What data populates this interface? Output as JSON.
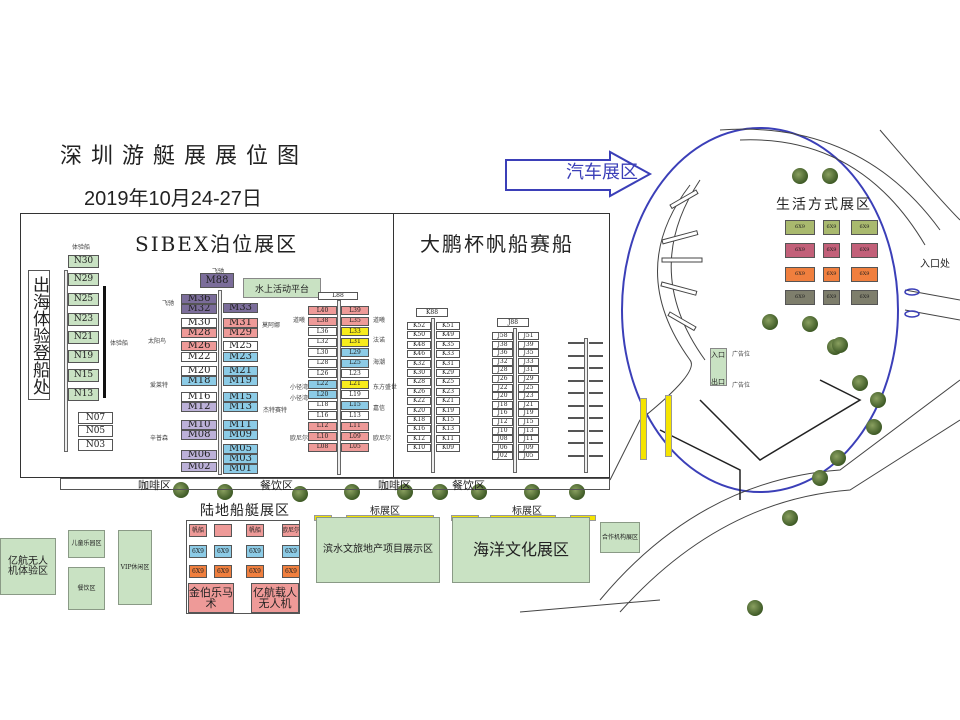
{
  "title": "深圳游艇展展位图",
  "date": "2019年10月24-27日",
  "car_zone": "汽车展区",
  "sibex_title": "SIBEX泊位展区",
  "dapeng_title": "大鹏杯帆船赛船",
  "boarding": "出海体验登船处",
  "n_top_label": "体验船",
  "n_side_label": "体验船",
  "n_booths": [
    "N30",
    "N29",
    "N25",
    "N23",
    "N21",
    "N19",
    "N15",
    "N13",
    "N07",
    "N05",
    "N03"
  ],
  "m_booths": [
    [
      "M88",
      "purple"
    ],
    [
      "M36",
      "purple"
    ],
    [
      "M32",
      "purple"
    ],
    [
      "M33",
      "purple"
    ],
    [
      "M30",
      "white"
    ],
    [
      "M31",
      "pink"
    ],
    [
      "M28",
      "pink"
    ],
    [
      "M29",
      "pink"
    ],
    [
      "M26",
      "pink"
    ],
    [
      "M25",
      "white"
    ],
    [
      "M22",
      "white"
    ],
    [
      "M23",
      "blue"
    ],
    [
      "M20",
      "white"
    ],
    [
      "M21",
      "blue"
    ],
    [
      "M18",
      "blue"
    ],
    [
      "M19",
      "blue"
    ],
    [
      "M16",
      "white"
    ],
    [
      "M15",
      "blue"
    ],
    [
      "M12",
      "lilac"
    ],
    [
      "M13",
      "blue"
    ],
    [
      "M10",
      "lilac"
    ],
    [
      "M11",
      "blue"
    ],
    [
      "M08",
      "lilac"
    ],
    [
      "M09",
      "blue"
    ],
    [
      "M06",
      "lilac"
    ],
    [
      "M05",
      "blue"
    ],
    [
      "M03",
      "blue"
    ],
    [
      "M02",
      "lilac"
    ],
    [
      "M01",
      "blue"
    ]
  ],
  "m_notes": [
    "飞驰",
    "飞驰",
    "莫阿娜",
    "太阳鸟",
    "爱莱特",
    "杰特赛特",
    "辛普森"
  ],
  "platform": "水上活动平台",
  "l_top": "L88",
  "l_left": [
    [
      "L40",
      "pink"
    ],
    [
      "L38",
      "pink"
    ],
    [
      "L36",
      "white"
    ],
    [
      "L32",
      "white"
    ],
    [
      "L30",
      "white"
    ],
    [
      "L28",
      "white"
    ],
    [
      "L26",
      "white"
    ],
    [
      "L22",
      "blue"
    ],
    [
      "L20",
      "blue"
    ],
    [
      "L18",
      "white"
    ],
    [
      "L16",
      "white"
    ],
    [
      "L12",
      "pink"
    ],
    [
      "L10",
      "pink"
    ],
    [
      "L08",
      "pink"
    ]
  ],
  "l_right": [
    [
      "L39",
      "pink"
    ],
    [
      "L35",
      "pink"
    ],
    [
      "L33",
      "yellow"
    ],
    [
      "L31",
      "yellow"
    ],
    [
      "L29",
      "blue"
    ],
    [
      "L25",
      "blue"
    ],
    [
      "L23",
      "white"
    ],
    [
      "L21",
      "yellow"
    ],
    [
      "L19",
      "white"
    ],
    [
      "L15",
      "blue"
    ],
    [
      "L13",
      "white"
    ],
    [
      "L11",
      "pink"
    ],
    [
      "L09",
      "pink"
    ],
    [
      "L05",
      "pink"
    ]
  ],
  "l_notes": [
    "道曦",
    "道曦",
    "法诺",
    "海潮",
    "小径湾",
    "小径湾",
    "东方盛世",
    "嘉信",
    "欧尼尔",
    "欧尼尔"
  ],
  "k_top": "K88",
  "k_left": [
    "K52",
    "K50",
    "K48",
    "K46",
    "K32",
    "K30",
    "K28",
    "K26",
    "K22",
    "K20",
    "K18",
    "K16",
    "K12",
    "K10"
  ],
  "k_right": [
    "K51",
    "K49",
    "K35",
    "K33",
    "K31",
    "K29",
    "K25",
    "K23",
    "K21",
    "K19",
    "K15",
    "K13",
    "K11",
    "K09"
  ],
  "j_top": "J88",
  "j_left": [
    "J58",
    "J38",
    "J36",
    "J32",
    "J28",
    "J26",
    "J22",
    "J20",
    "J18",
    "J16",
    "J12",
    "J10",
    "J08",
    "J06",
    "J02"
  ],
  "j_right": [
    "J51",
    "J39",
    "J35",
    "J33",
    "J31",
    "J29",
    "J25",
    "J23",
    "J21",
    "J19",
    "J15",
    "J13",
    "J11",
    "J09",
    "J05"
  ],
  "strip": [
    "咖啡区",
    "餐饮区",
    "咖啡区",
    "餐饮区"
  ],
  "land_title": "陆地船艇展区",
  "land_booths": [
    [
      "帆船",
      "pink"
    ],
    [
      "",
      "pink"
    ],
    [
      "帆船",
      "pink"
    ],
    [
      "欧尼尔",
      "pink"
    ],
    [
      "6X9",
      "blue"
    ],
    [
      "6X9",
      "blue"
    ],
    [
      "6X9",
      "blue"
    ],
    [
      "6X9",
      "blue"
    ],
    [
      "6X9",
      "orange"
    ],
    [
      "6X9",
      "orange"
    ],
    [
      "6X9",
      "orange"
    ],
    [
      "6X9",
      "orange"
    ]
  ],
  "land_big": [
    "金伯乐马术",
    "亿航载人无人机"
  ],
  "std_zone": [
    "标展区",
    "标展区"
  ],
  "zones": {
    "binshui": "滨水文旅地产项目展示区",
    "ocean": "海洋文化展区",
    "partner": "合作机构展区",
    "ehang": "亿航无人机体验区",
    "kids": "儿童乐园区",
    "food": "餐饮区",
    "vip": "VIP休闲区"
  },
  "lifestyle_title": "生活方式展区",
  "lifestyle_size": "6X9",
  "lifestyle_colors": [
    "#a9b96e",
    "#c26079",
    "#f07f3e",
    "#7e7e6c"
  ],
  "entrance": "入口处",
  "gate_in": "入口",
  "gate_out": "出口",
  "ad": "广告位",
  "colors": {
    "purple": "#7b6d9a",
    "white": "#ffffff",
    "pink": "#ee9a98",
    "blue": "#8ccbe6",
    "lilac": "#bcb1d8",
    "yellow": "#f8ec1c",
    "orange": "#f07f3e",
    "blue_line": "#3b3fb8"
  }
}
